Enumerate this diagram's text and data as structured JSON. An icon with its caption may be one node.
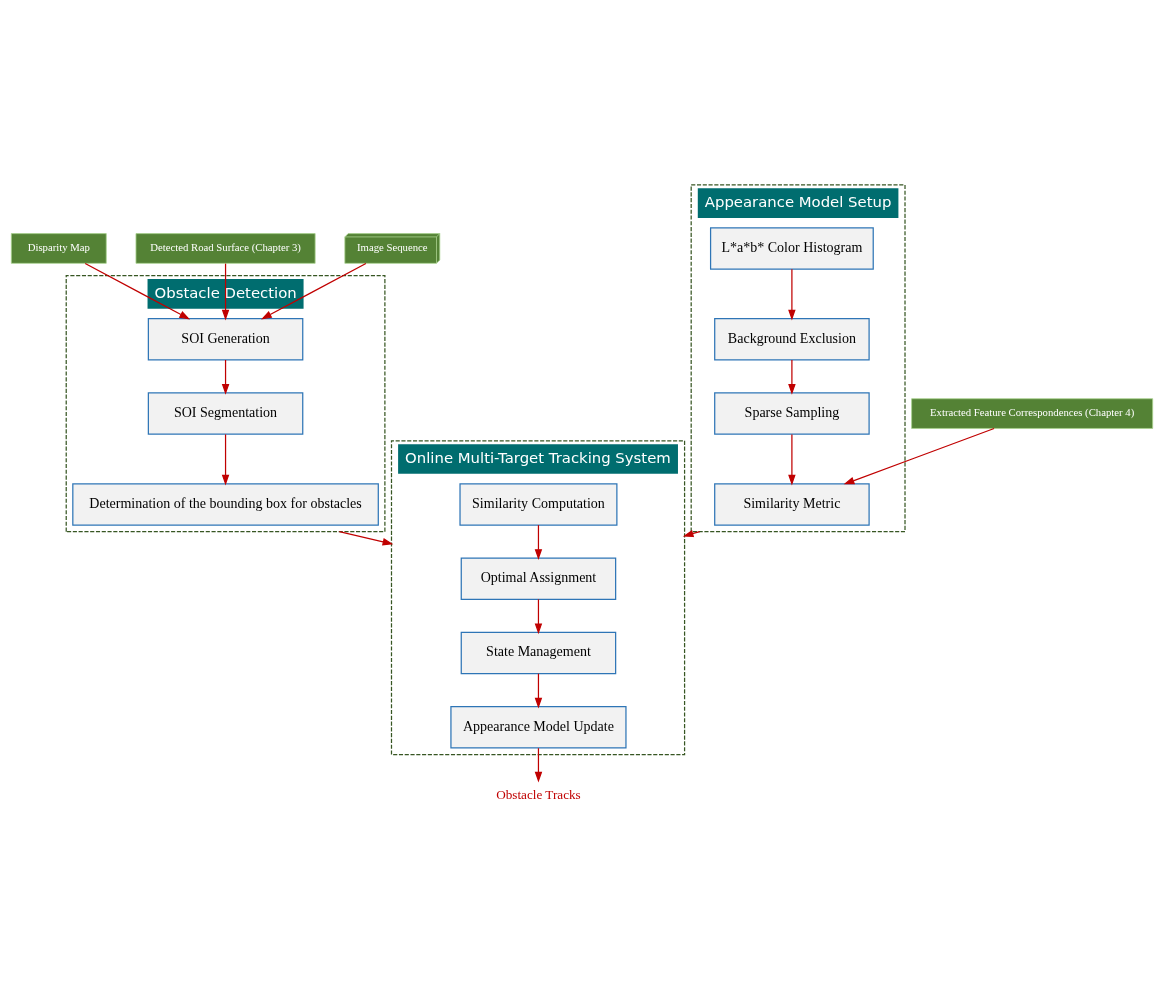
{
  "diagram": {
    "nodes": [
      {
        "text": [
          "Disparity Map"
        ]
      },
      {
        "text": [
          "Detected Road Surface (Chapter 3)"
        ]
      },
      {
        "text": [
          "Image Sequence"
        ]
      },
      {
        "text": [
          "Obstacle Detection"
        ]
      },
      {
        "text": [
          "SOI Generation"
        ],
        "in": 3
      },
      {
        "text": [
          "SOI Segmentation"
        ],
        "in": 3
      },
      {
        "text": [
          "Determination of the bounding box for obstacles"
        ],
        "in": 3
      },
      {
        "text": [
          "Appearance Model Setup"
        ]
      },
      {
        "text": [
          "L*a*b* Color Histogram"
        ],
        "in": 7
      },
      {
        "text": [
          "Background Exclusion"
        ],
        "in": 7
      },
      {
        "text": [
          "Sparse Sampling"
        ],
        "in": 7
      },
      {
        "text": [
          "Similarity Metric"
        ],
        "in": 7
      },
      {
        "text": [
          "Extracted Feature Correspondences (Chapter 4)"
        ]
      },
      {
        "text": [
          "Online Multi-Target Tracking System"
        ]
      },
      {
        "text": [
          "Optimal Assignment"
        ],
        "in": 13
      },
      {
        "text": [
          "Similarity Computation"
        ],
        "in": 13
      },
      {
        "text": [
          "State Management"
        ],
        "in": 13
      },
      {
        "text": [
          "Appearance Model Update"
        ],
        "in": 13
      },
      {
        "text": [
          "Obstacle Tracks"
        ]
      }
    ],
    "edges": [
      {
        "from": 0,
        "to": 4,
        "arrow": "to"
      },
      {
        "from": 1,
        "to": 4,
        "arrow": "to"
      },
      {
        "from": 2,
        "to": 4,
        "arrow": "to"
      },
      {
        "from": 4,
        "to": 5,
        "arrow": "to"
      },
      {
        "from": 5,
        "to": 6,
        "arrow": "to"
      },
      {
        "from": 8,
        "to": 9,
        "arrow": "to"
      },
      {
        "from": 9,
        "to": 10,
        "arrow": "to"
      },
      {
        "from": 10,
        "to": 11,
        "arrow": "to"
      },
      {
        "from": 12,
        "to": 11,
        "arrow": "to"
      },
      {
        "from": 3,
        "to": 13,
        "arrow": "to"
      },
      {
        "from": 7,
        "to": 13,
        "arrow": "to"
      },
      {
        "from": 15,
        "to": 14,
        "arrow": "to"
      },
      {
        "from": 14,
        "to": 16,
        "arrow": "to"
      },
      {
        "from": 16,
        "to": 17,
        "arrow": "to"
      },
      {
        "from": 17,
        "to": 18,
        "arrow": "to"
      }
    ]
  }
}
